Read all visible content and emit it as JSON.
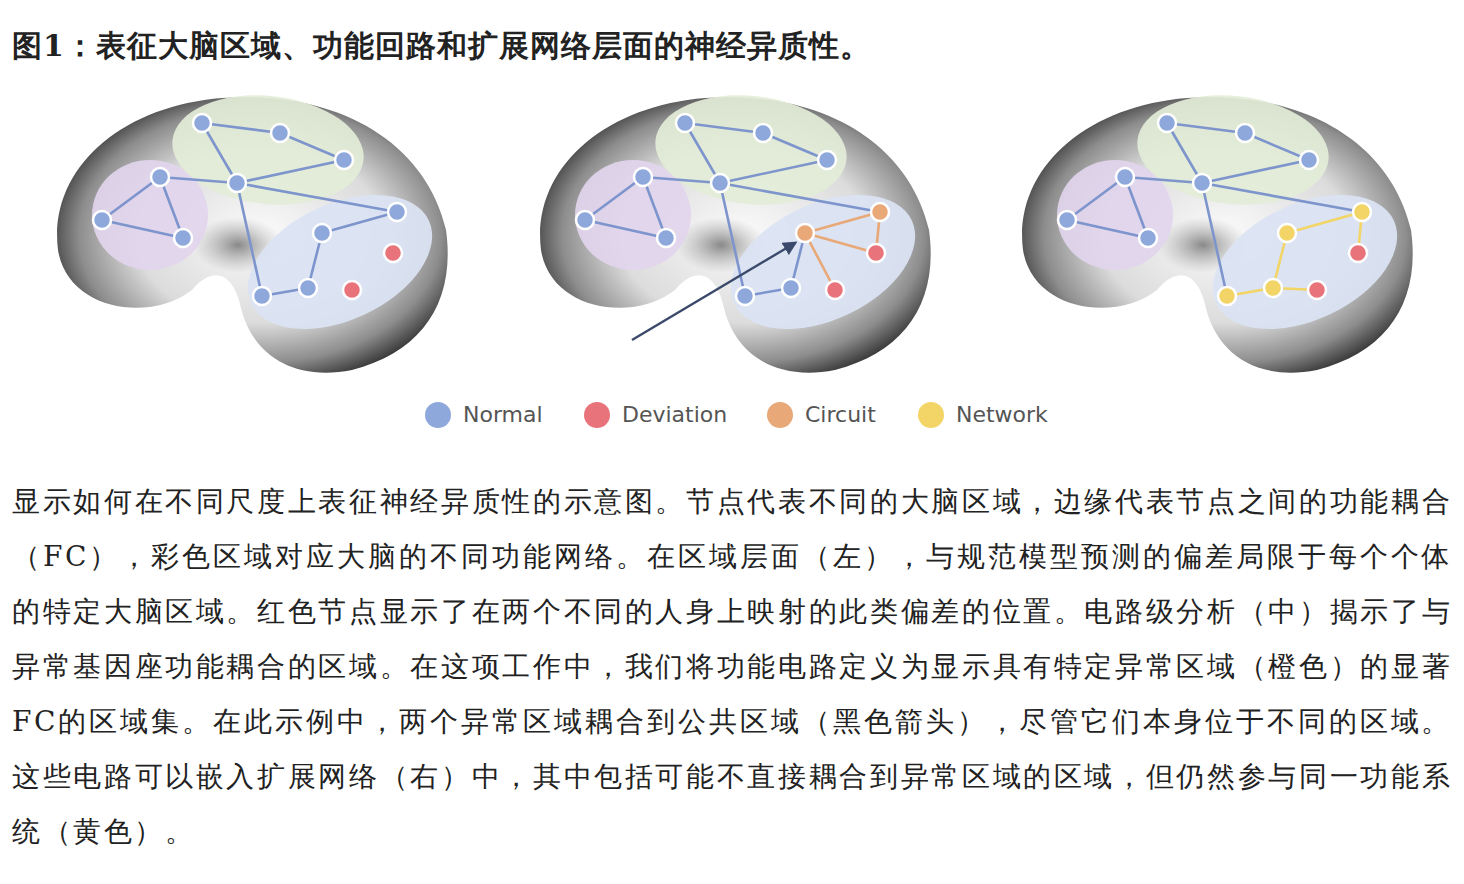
{
  "diagram": {
    "title": "图1：表征大脑区域、功能回路和扩展网络层面的神经异质性。",
    "caption": "显示如何在不同尺度上表征神经异质性的示意图。节点代表不同的大脑区域，边缘代表节点之间的功能耦合（FC），彩色区域对应大脑的不同功能网络。在区域层面（左），与规范模型预测的偏差局限于每个个体的特定大脑区域。红色节点显示了在两个不同的人身上映射的此类偏差的位置。电路级分析（中）揭示了与异常基因座功能耦合的区域。在这项工作中，我们将功能电路定义为显示具有特定异常区域（橙色）的显著FC的区域集。在此示例中，两个异常区域耦合到公共区域（黑色箭头），尽管它们本身位于不同的区域。这些电路可以嵌入扩展网络（右）中，其中包括可能不直接耦合到异常区域的区域，但仍然参与同一功能系统（黄色）。",
    "legend": [
      {
        "text": "Normal",
        "color": "#8fa8dc"
      },
      {
        "text": "Deviation",
        "color": "#e8737a"
      },
      {
        "text": "Circuit",
        "color": "#e8a878"
      },
      {
        "text": "Network",
        "color": "#f2d566"
      }
    ]
  }
}
